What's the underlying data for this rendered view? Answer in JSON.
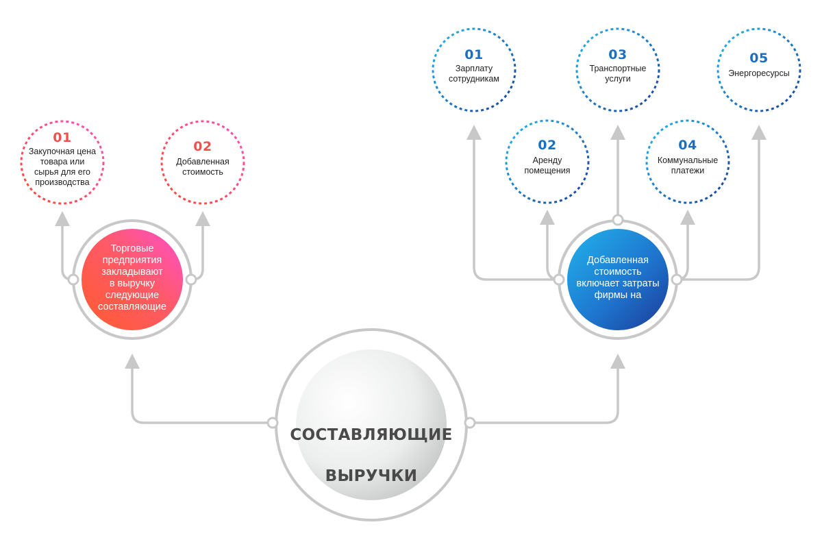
{
  "center": {
    "title_line1": "СОСТАВЛЯЮЩИЕ",
    "title_line2": "ВЫРУЧКИ"
  },
  "left_hub": {
    "text": "Торговые\nпредприятия\nзакладывают\nв выручку\nследующие\nсоставляющие",
    "items": [
      {
        "number": "01",
        "label": "Закупочная цена\nтовара или\nсырья для его\nпроизводства"
      },
      {
        "number": "02",
        "label": "Добавленная\nстоимость"
      }
    ]
  },
  "right_hub": {
    "text": "Добавленная\nстоимость\nвключает затраты\nфирмы на",
    "items": [
      {
        "number": "01",
        "label": "Зарплату\nсотрудникам"
      },
      {
        "number": "02",
        "label": "Аренду\nпомещения"
      },
      {
        "number": "03",
        "label": "Транспортные\nуслуги"
      },
      {
        "number": "04",
        "label": "Коммунальные\nплатежи"
      },
      {
        "number": "05",
        "label": "Энергоресурсы"
      }
    ]
  },
  "colors": {
    "connector": "#c8c8c8",
    "left_number": "#f0514f",
    "right_number": "#1a6fc4",
    "left_gradient_start": "#ff5a36",
    "left_gradient_end": "#ff4fc0",
    "right_gradient_start": "#1fa2e3",
    "right_gradient_end": "#1a3f9c",
    "center_gradient_start": "#ffffff",
    "center_gradient_end": "#c9ccca"
  }
}
